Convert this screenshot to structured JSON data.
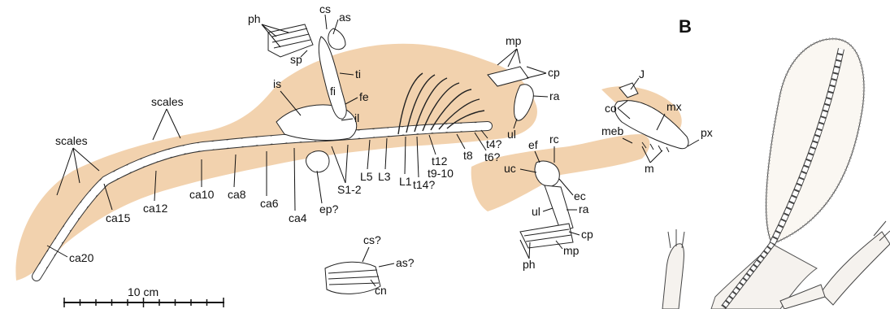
{
  "colors": {
    "fur": "#f2d2ae",
    "ink": "#111111",
    "bone": "#ffffff"
  },
  "panel_label": "B",
  "scale_bar": {
    "label": "10 cm"
  },
  "labels": {
    "ph_foot": "ph",
    "cs": "cs",
    "as": "as",
    "sp": "sp",
    "ti": "ti",
    "fi": "fi",
    "fe": "fe",
    "is": "is",
    "il": "il",
    "scales_a": "scales",
    "scales_b": "scales",
    "ca4": "ca4",
    "ca6": "ca6",
    "ca8": "ca8",
    "ca10": "ca10",
    "ca12": "ca12",
    "ca15": "ca15",
    "ca20": "ca20",
    "ep": "ep?",
    "s12": "S1-2",
    "l5": "L5",
    "l3": "L3",
    "l1": "L1",
    "t14": "t14?",
    "t12": "t12",
    "t910": "t9-10",
    "t8": "t8",
    "t6": "t6?",
    "t4": "t4?",
    "mp_top": "mp",
    "cp_top": "cp",
    "ra_top": "ra",
    "ul_top": "ul",
    "j": "J",
    "co": "co",
    "mx": "mx",
    "meb": "meb",
    "px": "px",
    "m": "m",
    "ef": "ef",
    "rc": "rc",
    "uc": "uc",
    "ec": "ec",
    "ul_low": "ul",
    "ra_low": "ra",
    "cp_low": "cp",
    "mp_low": "mp",
    "ph_low": "ph",
    "cs_q": "cs?",
    "as_q": "as?",
    "cn": "cn"
  }
}
